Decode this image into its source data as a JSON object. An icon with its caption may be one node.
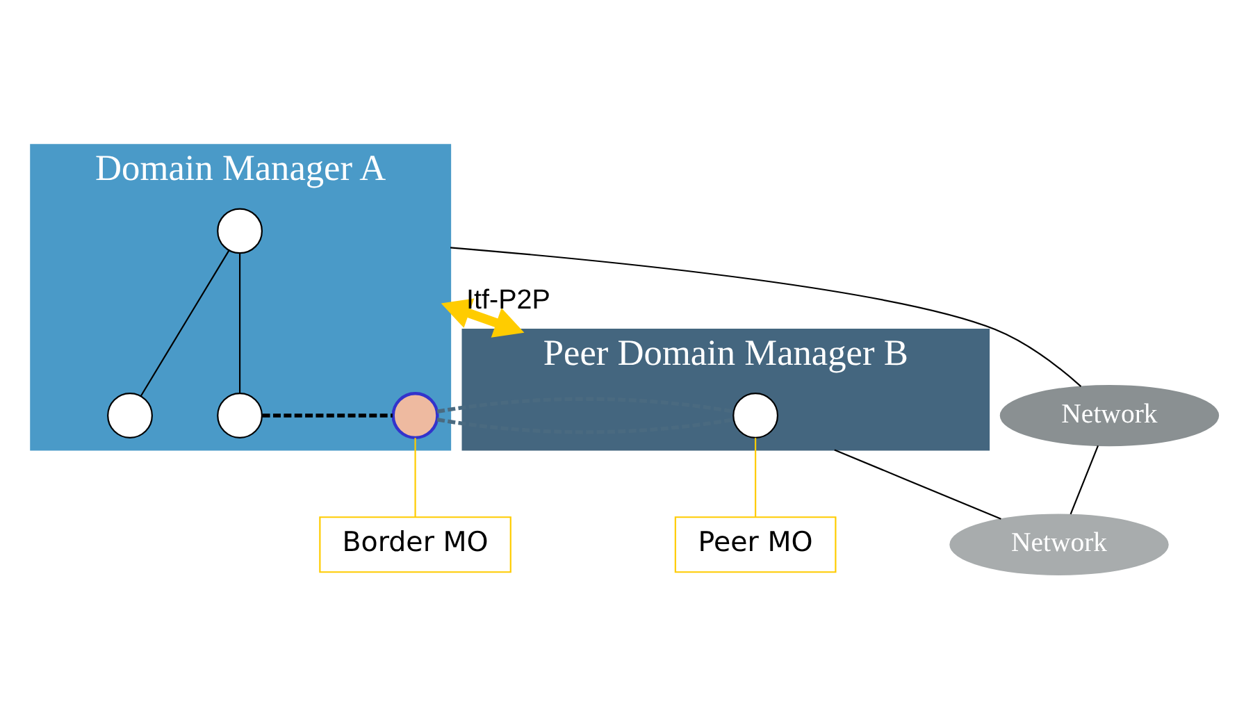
{
  "diagram": {
    "nodes": [
      {
        "text": [
          "Domain Manager A"
        ]
      },
      {
        "text": [],
        "shape": "circle",
        "in": 0
      },
      {
        "text": [],
        "shape": "circle",
        "in": 0
      },
      {
        "text": [],
        "shape": "circle",
        "in": 0
      },
      {
        "text": [],
        "shape": "circle",
        "in": 0
      },
      {
        "text": [
          "Peer Domain Manager B"
        ]
      },
      {
        "text": [],
        "shape": "circle",
        "in": 5
      },
      {
        "text": [
          "Border MO"
        ]
      },
      {
        "text": [
          "Peer MO"
        ]
      },
      {
        "text": [
          "Network"
        ]
      },
      {
        "text": [
          "Network"
        ]
      }
    ],
    "edges": [
      {
        "from": 1,
        "to": 2,
        "arrow": "none"
      },
      {
        "from": 1,
        "to": 3,
        "arrow": "none"
      },
      {
        "from": 3,
        "to": 4,
        "arrow": "none",
        "style": "dashed"
      },
      {
        "from": 4,
        "to": 6,
        "arrow": "none",
        "style": "dashed",
        "color": "#4a6a80"
      },
      {
        "from": 0,
        "to": 5,
        "label": "Itf-P2P",
        "arrow": "both",
        "style": "thick",
        "color": "#ffcc00"
      },
      {
        "from": 7,
        "to": 4,
        "arrow": "none",
        "color": "#ffcc00"
      },
      {
        "from": 8,
        "to": 6,
        "arrow": "none",
        "color": "#ffcc00"
      },
      {
        "from": 0,
        "to": 9,
        "arrow": "none"
      },
      {
        "from": 5,
        "to": 10,
        "arrow": "none"
      },
      {
        "from": 9,
        "to": 10,
        "arrow": "none"
      }
    ]
  }
}
